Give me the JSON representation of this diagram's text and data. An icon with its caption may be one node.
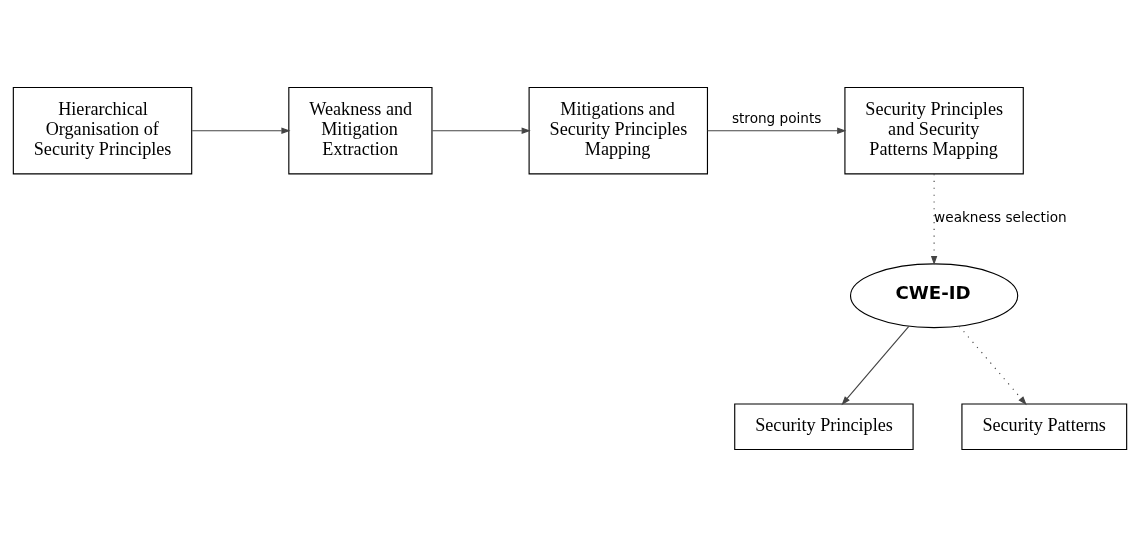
{
  "diagram": {
    "nodes": [
      {
        "text": [
          "Hierarchical Organisation of Security Principles"
        ]
      },
      {
        "text": [
          "Weakness and Mitigation Extraction"
        ]
      },
      {
        "text": [
          "Mitigations and Security Principles Mapping"
        ]
      },
      {
        "text": [
          "Security Principles and Security Patterns Mapping"
        ]
      },
      {
        "text": [
          "CWE-ID"
        ]
      },
      {
        "text": [
          "Security Principles"
        ]
      },
      {
        "text": [
          "Security Patterns"
        ]
      }
    ],
    "edges": [
      {
        "from": 0,
        "to": 1,
        "arrow": "to"
      },
      {
        "from": 1,
        "to": 2,
        "arrow": "to"
      },
      {
        "from": 2,
        "to": 3,
        "arrow": "to",
        "label": "strong points"
      },
      {
        "from": 3,
        "to": 4,
        "arrow": "to",
        "label": "weakness selection",
        "style": "dashed"
      },
      {
        "from": 4,
        "to": 5,
        "arrow": "to"
      },
      {
        "from": 4,
        "to": 6,
        "arrow": "to",
        "style": "dashed"
      }
    ]
  }
}
